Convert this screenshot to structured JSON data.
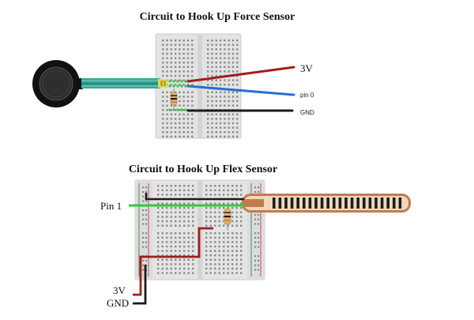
{
  "diagrams": [
    {
      "title": "Circuit to Hook Up Force Sensor",
      "labels": {
        "v3": "3V",
        "pin": "pin 0",
        "gnd": "GND"
      }
    },
    {
      "title": "Circuit to Hook Up Flex Sensor",
      "labels": {
        "pin": "Pin 1",
        "v3": "3V",
        "gnd": "GND"
      }
    }
  ],
  "colors": {
    "power_wire": "#a11d1d",
    "signal_wire": "#2a6fd1",
    "ground_wire": "#1a1a1a",
    "pin_wire": "#34c640",
    "sensor_cable": "#3aa597",
    "breadboard": "#e2e2e2",
    "flex_sensor": "#c27b4f"
  }
}
